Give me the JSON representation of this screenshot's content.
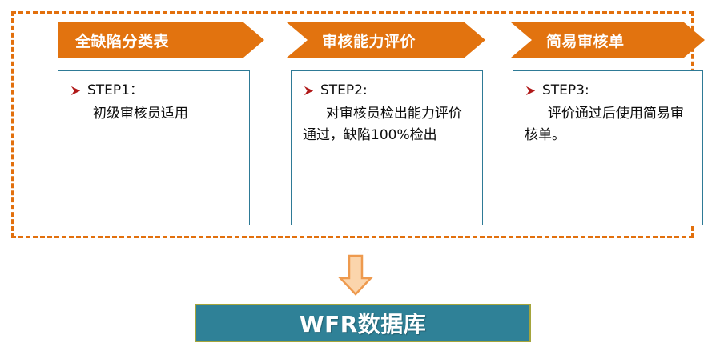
{
  "diagram": {
    "title_bar": {
      "label": "WFR数据库",
      "fill_color": "#2F8197",
      "border_color": "#A5A53C",
      "text_color": "#FFFFFF"
    },
    "container": {
      "border_style": "dashed",
      "border_color": "#E2700D"
    },
    "arrow": {
      "direction": "down",
      "fill_color": "#FBD5AC",
      "outline_color": "#EE9A4E"
    },
    "steps": [
      {
        "banner_label": "全缺陷分类表",
        "banner_color": "#E2730F",
        "banner_shape": "chevron-flat-left",
        "step_title": "STEP1：",
        "step_text": "初级审核员适用",
        "box_border_color": "#2E7A96"
      },
      {
        "banner_label": "审核能力评价",
        "banner_color": "#E2730F",
        "banner_shape": "chevron-notched-left",
        "step_title": "STEP2:",
        "step_text": "对审核员检出能力评价通过，缺陷100%检出",
        "box_border_color": "#2E7A96"
      },
      {
        "banner_label": "简易审核单",
        "banner_color": "#E2730F",
        "banner_shape": "chevron-notched-left",
        "step_title": "STEP3:",
        "step_text": "评价通过后使用简易审核单。",
        "box_border_color": "#2E7A96"
      }
    ]
  }
}
